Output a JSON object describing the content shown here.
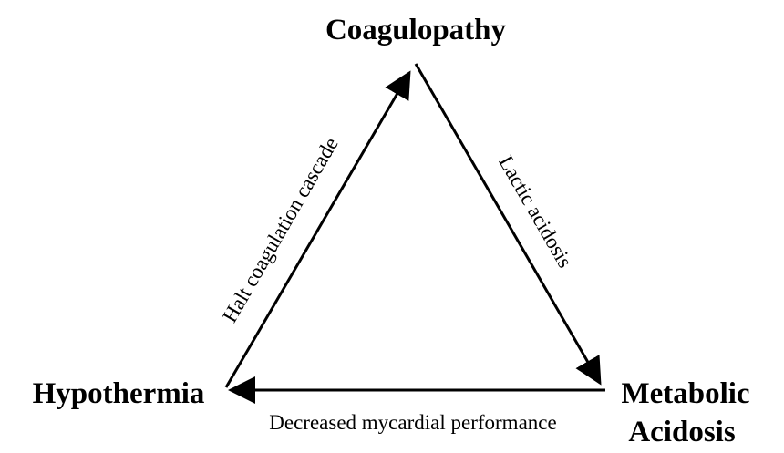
{
  "nodes": {
    "top": {
      "label": "Coagulopathy"
    },
    "left": {
      "label": "Hypothermia"
    },
    "right": {
      "label_line1": "Metabolic",
      "label_line2": "Acidosis"
    }
  },
  "edges": {
    "left_to_top": {
      "label": "Halt coagulation cascade"
    },
    "top_to_right": {
      "label": "Lactic acidosis"
    },
    "right_to_left": {
      "label": "Decreased mycardial performance"
    }
  },
  "colors": {
    "stroke": "#000000",
    "text": "#000000",
    "background": "#ffffff"
  }
}
